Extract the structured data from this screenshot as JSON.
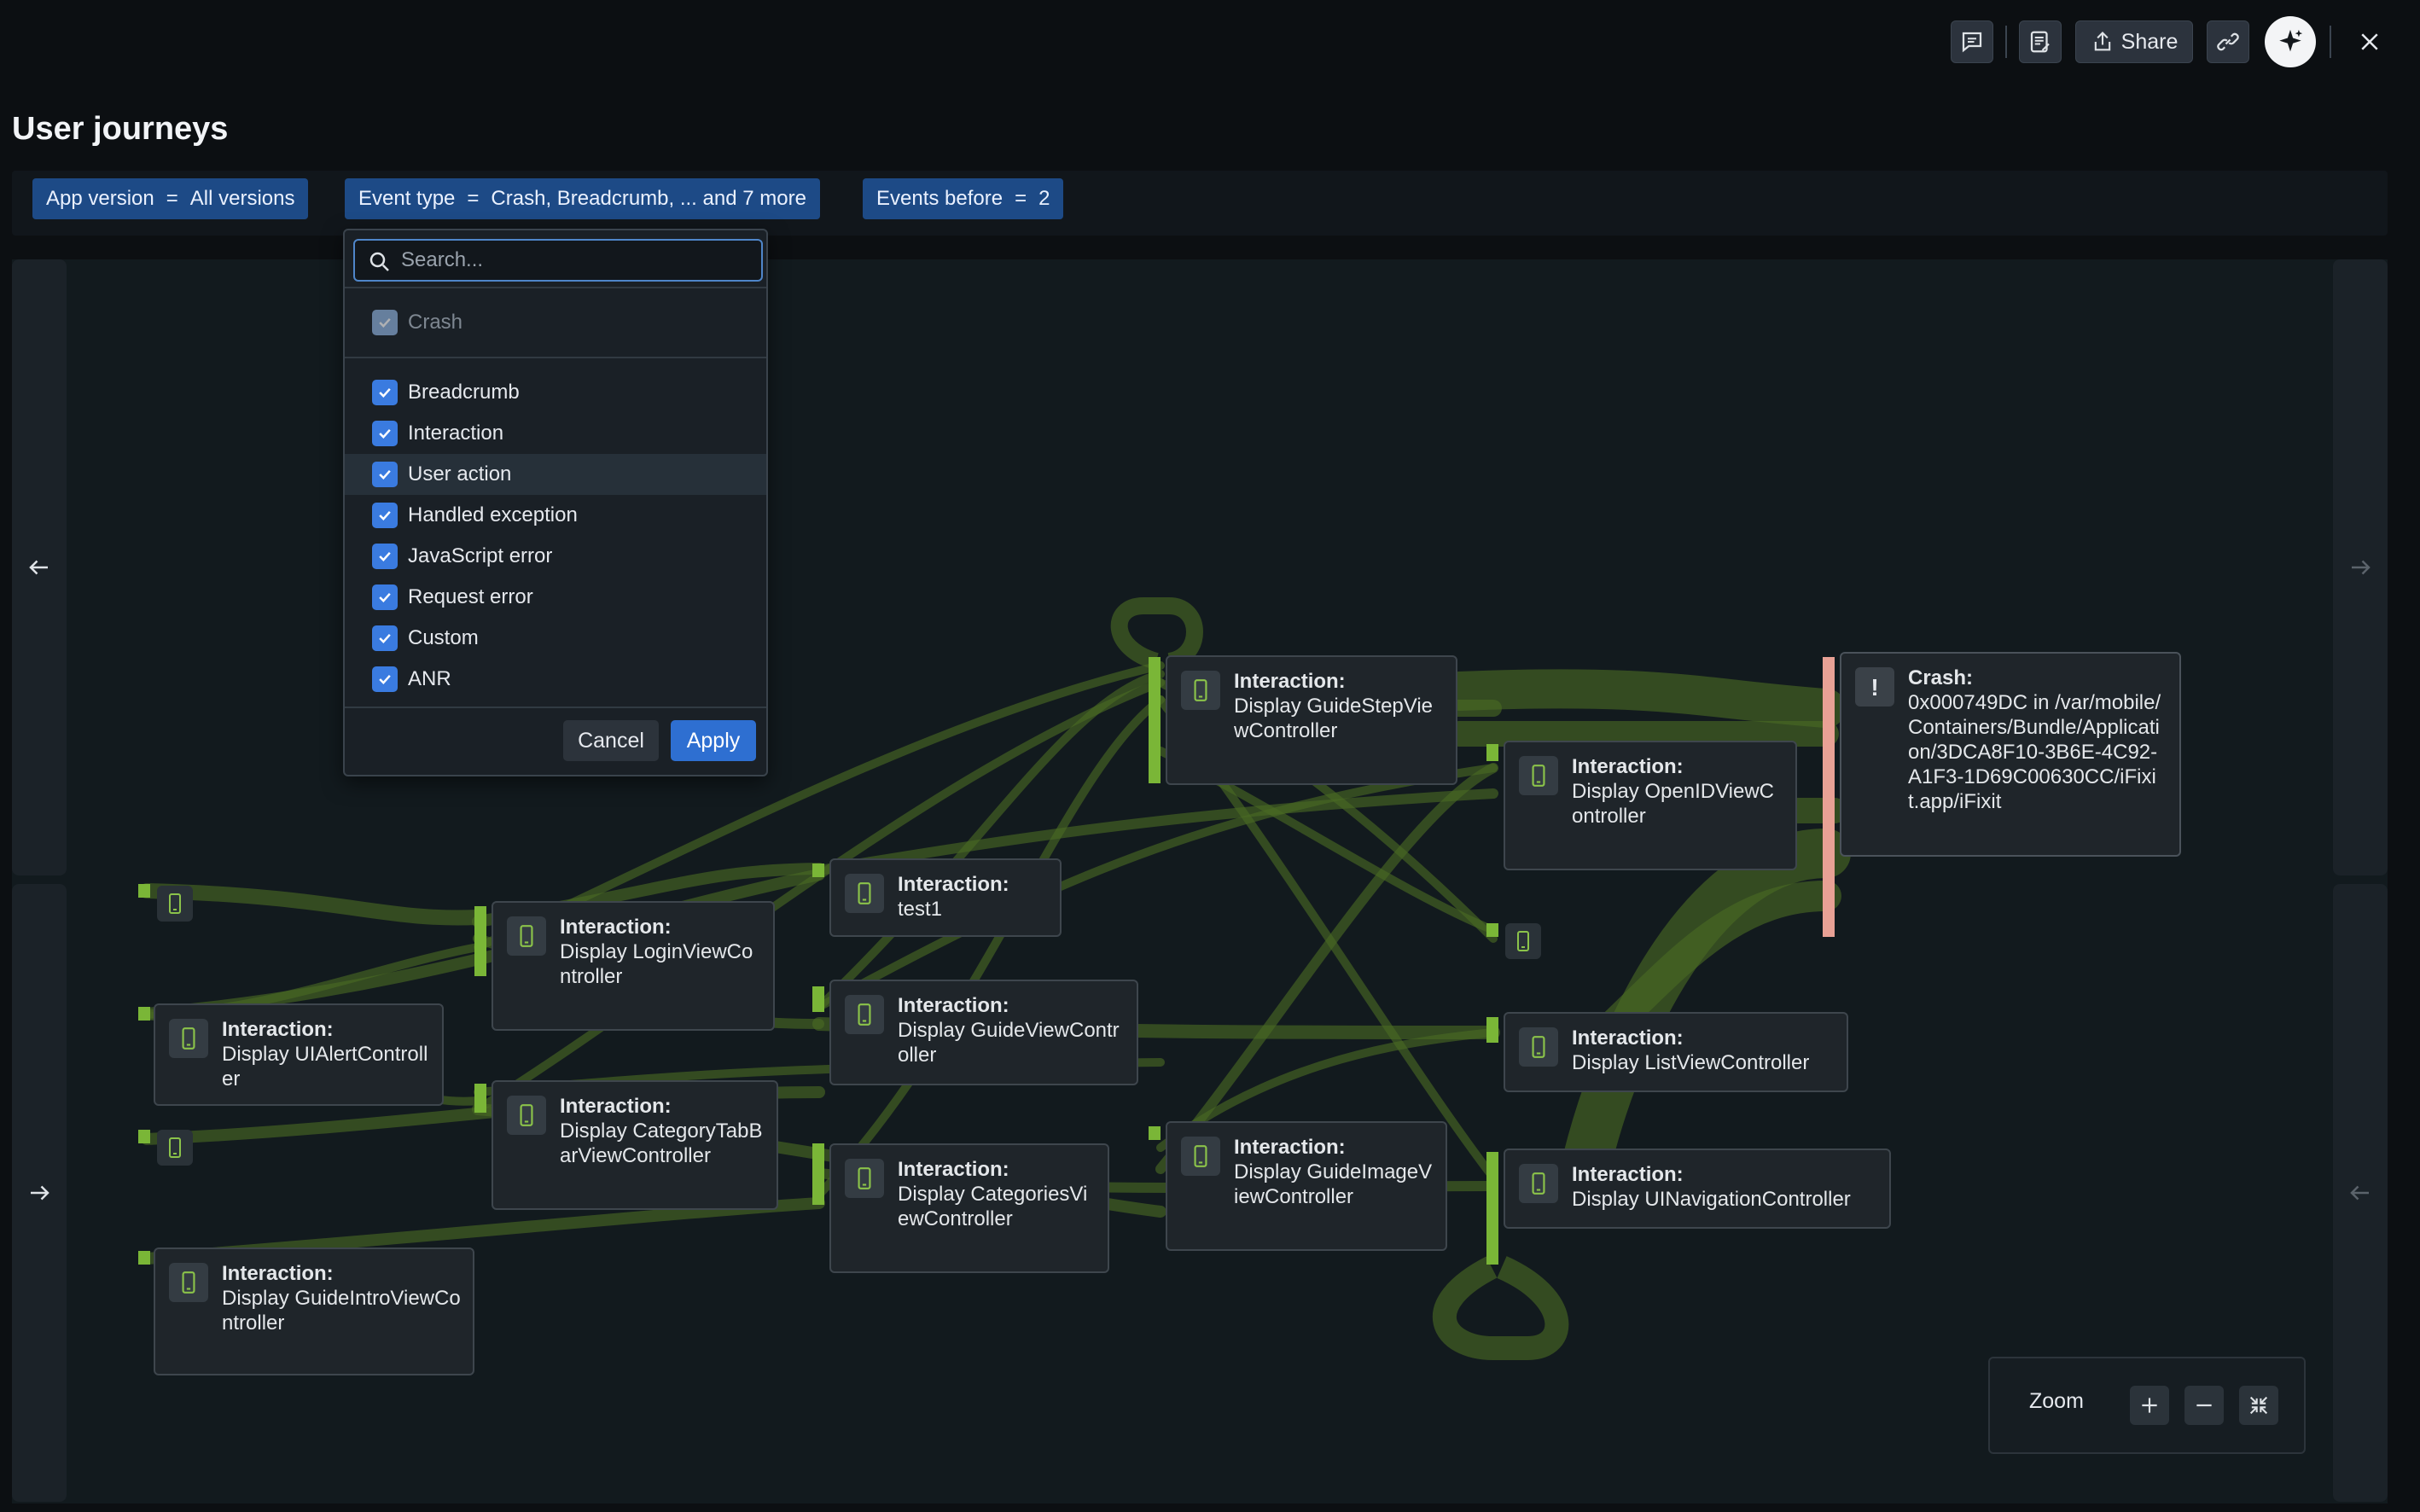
{
  "toolbar": {
    "comment_icon": "comment-icon",
    "notes_icon": "notes-icon",
    "share_label": "Share",
    "link_icon": "link-icon",
    "ai_icon": "sparkle-icon",
    "close_icon": "close-icon"
  },
  "page": {
    "title": "User journeys"
  },
  "filters": [
    {
      "key": "App version",
      "op": "=",
      "value": "All versions"
    },
    {
      "key": "Event type",
      "op": "=",
      "value": "Crash, Breadcrumb, ... and 7 more"
    },
    {
      "key": "Events before",
      "op": "=",
      "value": "2"
    }
  ],
  "dropdown": {
    "search_placeholder": "Search...",
    "fixed_item": {
      "label": "Crash",
      "checked": true,
      "disabled": true
    },
    "items": [
      {
        "label": "Breadcrumb",
        "checked": true
      },
      {
        "label": "Interaction",
        "checked": true
      },
      {
        "label": "User action",
        "checked": true
      },
      {
        "label": "Handled exception",
        "checked": true
      },
      {
        "label": "JavaScript error",
        "checked": true
      },
      {
        "label": "Request error",
        "checked": true
      },
      {
        "label": "Custom",
        "checked": true
      },
      {
        "label": "ANR",
        "checked": true
      }
    ],
    "cancel_label": "Cancel",
    "apply_label": "Apply"
  },
  "nodes": {
    "alert": {
      "title": "Interaction:",
      "detail": "Display UIAlertController"
    },
    "guideintro": {
      "title": "Interaction:",
      "detail": "Display GuideIntroViewController"
    },
    "login": {
      "title": "Interaction:",
      "detail": "Display LoginViewController"
    },
    "categorytab": {
      "title": "Interaction:",
      "detail": "Display CategoryTabBarViewController"
    },
    "test1": {
      "title": "Interaction:",
      "detail": "test1"
    },
    "guideview": {
      "title": "Interaction:",
      "detail": "Display GuideViewController"
    },
    "categories": {
      "title": "Interaction:",
      "detail": "Display CategoriesViewController"
    },
    "guidestep": {
      "title": "Interaction:",
      "detail": "Display GuideStepViewController"
    },
    "guideimage": {
      "title": "Interaction:",
      "detail": "Display GuideImageViewController"
    },
    "openid": {
      "title": "Interaction:",
      "detail": "Display OpenIDViewController"
    },
    "listview": {
      "title": "Interaction:",
      "detail": "Display ListViewController"
    },
    "uinav": {
      "title": "Interaction:",
      "detail": "Display UINavigationController"
    },
    "crash": {
      "title": "Crash:",
      "detail": "0x000749DC in /var/mobile/Containers/Bundle/Application/3DCA8F10-3B6E-4C92-A1F3-1D69C00630CC/iFixit.app/iFixit"
    }
  },
  "zoom": {
    "label": "Zoom",
    "in_icon": "plus-icon",
    "out_icon": "minus-icon",
    "fit_icon": "collapse-icon"
  },
  "colors": {
    "flow": "#4b6a24",
    "bar": "#7ab637",
    "crash_bar": "#e8a195",
    "chip": "#1d4a86",
    "checkbox": "#3a7be0"
  }
}
